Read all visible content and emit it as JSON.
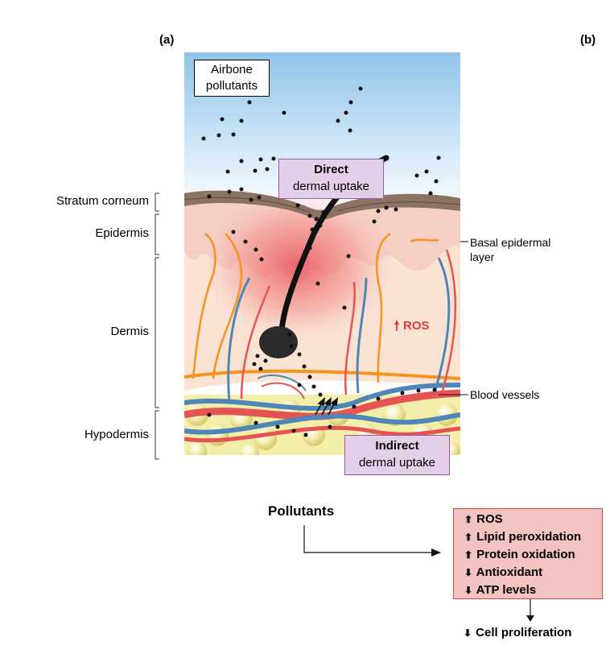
{
  "panels": {
    "a": "(a)",
    "b": "(b)"
  },
  "layers": {
    "stratum_corneum": "Stratum corneum",
    "epidermis": "Epidermis",
    "dermis": "Dermis",
    "hypodermis": "Hypodermis"
  },
  "illustration": {
    "airborne_label_line1": "Airbone",
    "airborne_label_line2": "pollutants",
    "direct_bold": "Direct",
    "direct_sub": "dermal uptake",
    "indirect_bold": "Indirect",
    "indirect_sub": "dermal uptake",
    "ros": "ROS",
    "basal_line1": "Basal epidermal",
    "basal_line2": "layer",
    "blood_vessels": "Blood vessels"
  },
  "flow": {
    "source": "Pollutants",
    "effects": [
      {
        "dir": "up",
        "text": "ROS"
      },
      {
        "dir": "up",
        "text": "Lipid peroxidation"
      },
      {
        "dir": "up",
        "text": "Protein oxidation"
      },
      {
        "dir": "down",
        "text": "Antioxidant"
      },
      {
        "dir": "down",
        "text": "ATP levels"
      }
    ],
    "outcome_dir": "down",
    "outcome": "Cell proliferation"
  },
  "colors": {
    "sky_top": "#8fc4ea",
    "sky_bottom": "#ffffff",
    "stratum": "#8b7263",
    "epidermis": "#f6cfc4",
    "dermis": "#fbe3d3",
    "inflammation": "#e8505a",
    "artery": "#e55353",
    "vein": "#4f86b8",
    "nerve": "#f5931e",
    "fat": "#f3efaa",
    "callout_fill": "#e3cfe8",
    "callout_border": "#9b5aa6",
    "effects_fill": "#f2c3c1",
    "effects_border": "#d9443f"
  }
}
